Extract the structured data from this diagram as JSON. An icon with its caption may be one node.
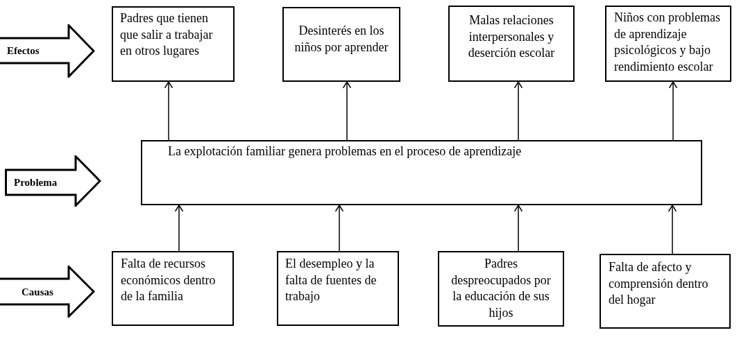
{
  "diagram": {
    "nodes": [
      {
        "text": [
          "Efectos"
        ]
      },
      {
        "text": [
          "Padres que tienen que salir a trabajar en otros lugares"
        ]
      },
      {
        "text": [
          "Desinterés en los niños por aprender"
        ]
      },
      {
        "text": [
          "Malas relaciones interpersonales y deserción escolar"
        ]
      },
      {
        "text": [
          "Niños con problemas de aprendizaje psicológicos y bajo rendimiento escolar"
        ]
      },
      {
        "text": [
          "Problema"
        ]
      },
      {
        "text": [
          "La explotación familiar genera problemas en el proceso de aprendizaje"
        ]
      },
      {
        "text": [
          "Causas"
        ]
      },
      {
        "text": [
          "Falta de recursos económicos dentro de la familia"
        ]
      },
      {
        "text": [
          "El desempleo y la falta de fuentes de trabajo"
        ]
      },
      {
        "text": [
          "Padres despreocupados por la educación de sus hijos"
        ]
      },
      {
        "text": [
          "Falta de afecto y comprensión dentro del hogar"
        ]
      }
    ],
    "edges": [
      {
        "from": 6,
        "to": 1,
        "arrow": "to"
      },
      {
        "from": 6,
        "to": 2,
        "arrow": "to"
      },
      {
        "from": 6,
        "to": 3,
        "arrow": "to"
      },
      {
        "from": 6,
        "to": 4,
        "arrow": "to"
      },
      {
        "from": 8,
        "to": 6,
        "arrow": "to"
      },
      {
        "from": 9,
        "to": 6,
        "arrow": "to"
      },
      {
        "from": 10,
        "to": 6,
        "arrow": "to"
      },
      {
        "from": 11,
        "to": 6,
        "arrow": "to"
      }
    ]
  }
}
